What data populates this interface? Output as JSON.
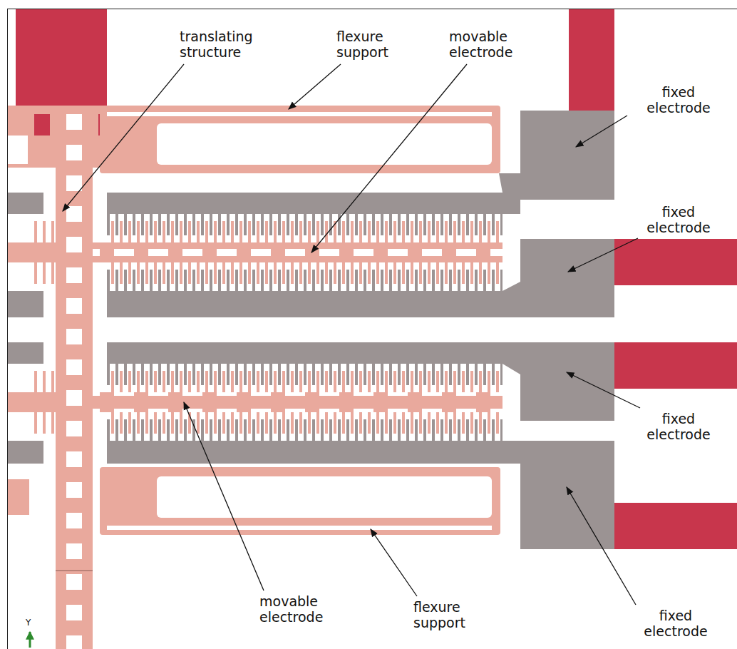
{
  "diagram": {
    "labels": [
      "translating structure",
      "flexure support",
      "movable electrode",
      "fixed electrode",
      "fixed electrode",
      "fixed electrode",
      "fixed electrode",
      "movable electrode",
      "flexure support",
      "Y"
    ]
  }
}
